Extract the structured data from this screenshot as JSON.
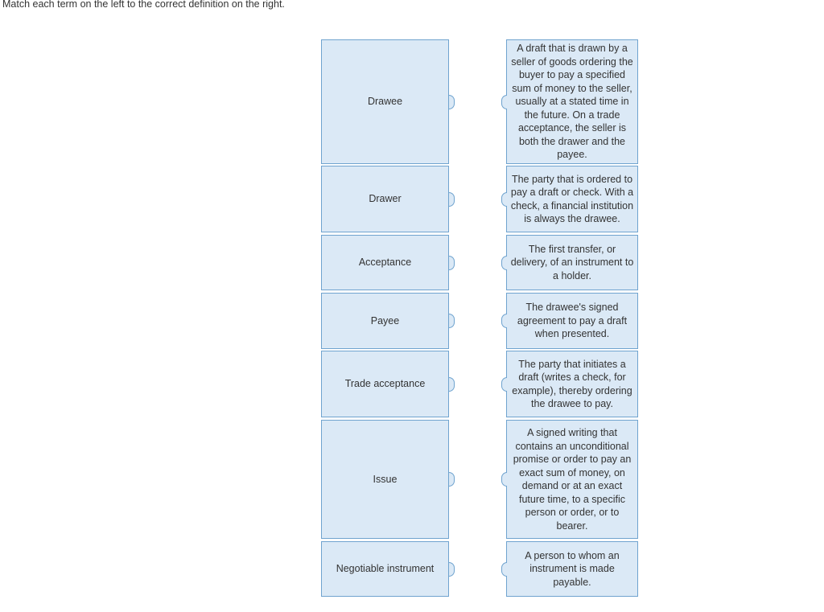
{
  "instruction": "Match each term on the left to the correct definition on the right.",
  "terms": [
    "Drawee",
    "Drawer",
    "Acceptance",
    "Payee",
    "Trade acceptance",
    "Issue",
    "Negotiable instrument"
  ],
  "definitions": [
    "A draft that is drawn by a seller of goods ordering the buyer to pay a specified sum of money to the seller, usually at a stated time in the future. On a trade acceptance, the seller is both the drawer and the payee.",
    "The party that is ordered to pay a draft or check. With a check, a financial institution is always the drawee.",
    "The first transfer, or delivery, of an instrument to a holder.",
    "The drawee's signed agreement to pay a draft when presented.",
    "The party that initiates a draft (writes a check, for example), thereby ordering the drawee to pay.",
    "A signed writing that contains an unconditional promise or order to pay an exact sum of money, on demand or at an exact future time, to a specific person or order, or to bearer.",
    "A person to whom an instrument is made payable."
  ],
  "colors": {
    "card_fill": "#dbe9f6",
    "card_border": "#6fa3cf",
    "text": "#333333"
  }
}
